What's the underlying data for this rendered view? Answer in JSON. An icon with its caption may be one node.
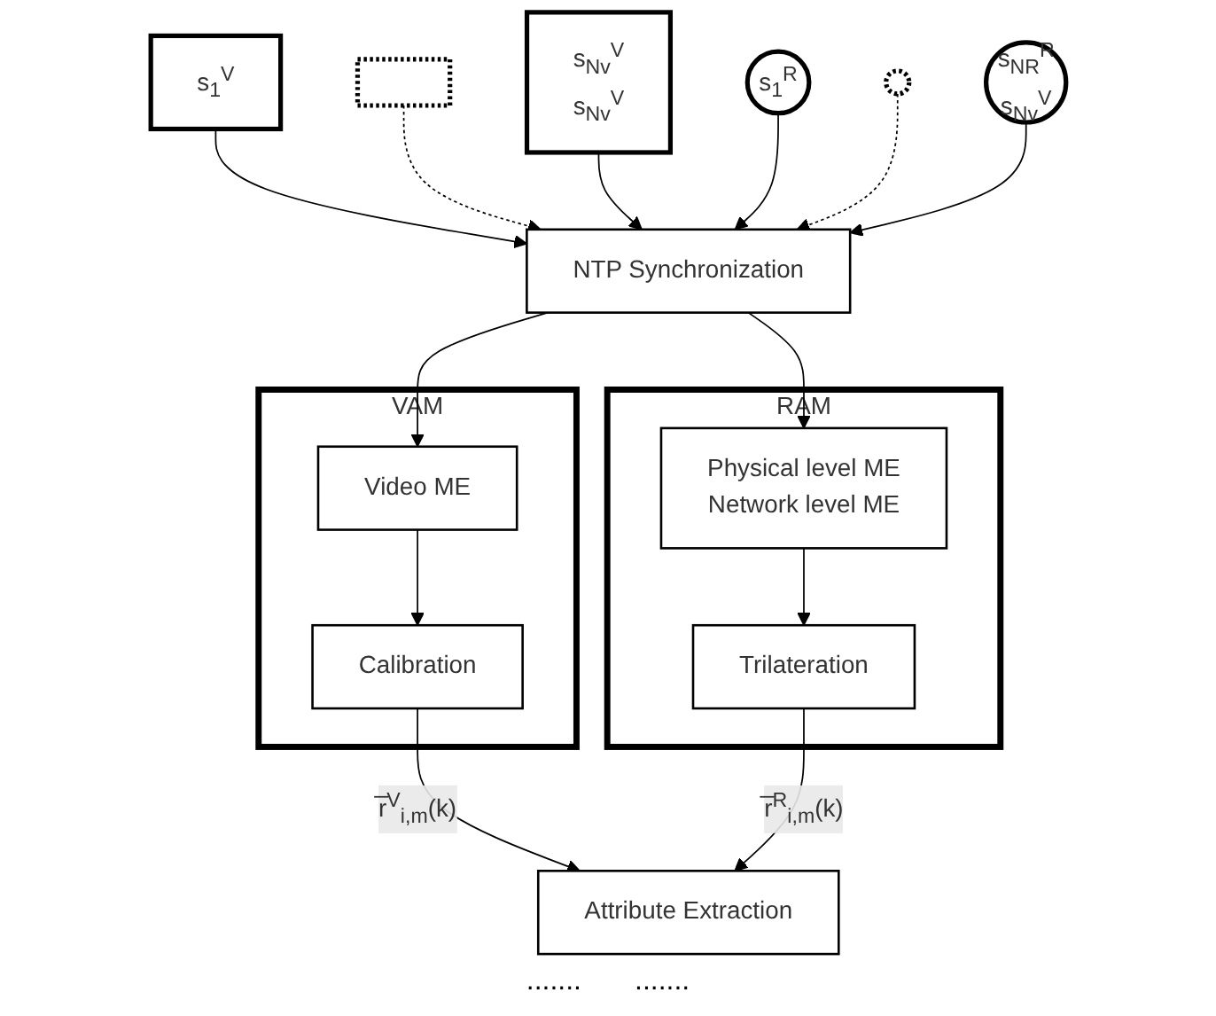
{
  "diagram": {
    "nodes": [
      {
        "text": [
          "s$_{1}$$^{V}$"
        ]
      },
      {
        "text": [],
        "shape": "box"
      },
      {
        "text": [
          "s$_{Nv}$$^{V}$",
          "s$_{Nv}$$^{V}$"
        ]
      },
      {
        "text": [
          "s$_{1}$$^{R}$"
        ]
      },
      {
        "text": [],
        "shape": "circle"
      },
      {
        "text": [
          "s$_{NR}$$^{R}$",
          "s$_{Nv}$$^{V}$"
        ]
      },
      {
        "text": [
          "NTP Synchronization"
        ]
      },
      {
        "text": [
          "VAM"
        ]
      },
      {
        "text": [
          "Video ME"
        ],
        "in": 7
      },
      {
        "text": [
          "Calibration"
        ],
        "in": 7
      },
      {
        "text": [
          "RAM"
        ]
      },
      {
        "text": [
          "Physical level ME",
          "Network level ME"
        ],
        "in": 10
      },
      {
        "text": [
          "Trilateration"
        ],
        "in": 10
      },
      {
        "text": [
          "Attribute Extraction"
        ]
      }
    ],
    "edges": [
      {
        "from": 0,
        "to": 6,
        "arrow": "to"
      },
      {
        "from": 1,
        "to": 6,
        "arrow": "to",
        "style": "dashed"
      },
      {
        "from": 2,
        "to": 6,
        "arrow": "to"
      },
      {
        "from": 3,
        "to": 6,
        "arrow": "to"
      },
      {
        "from": 4,
        "to": 6,
        "arrow": "to",
        "style": "dashed"
      },
      {
        "from": 5,
        "to": 6,
        "arrow": "to"
      },
      {
        "from": 6,
        "to": 8,
        "arrow": "to"
      },
      {
        "from": 8,
        "to": 9,
        "arrow": "to"
      },
      {
        "from": 6,
        "to": 11,
        "arrow": "to"
      },
      {
        "from": 11,
        "to": 12,
        "arrow": "to"
      },
      {
        "from": 9,
        "to": 13,
        "arrow": "to",
        "label": "r̅$^{V}$$_{i,m}$(k)"
      },
      {
        "from": 12,
        "to": 13,
        "arrow": "to",
        "label": "r̅$^{R}$$_{i,m}$(k)"
      }
    ],
    "labels": [
      ".......",
      "......."
    ]
  }
}
